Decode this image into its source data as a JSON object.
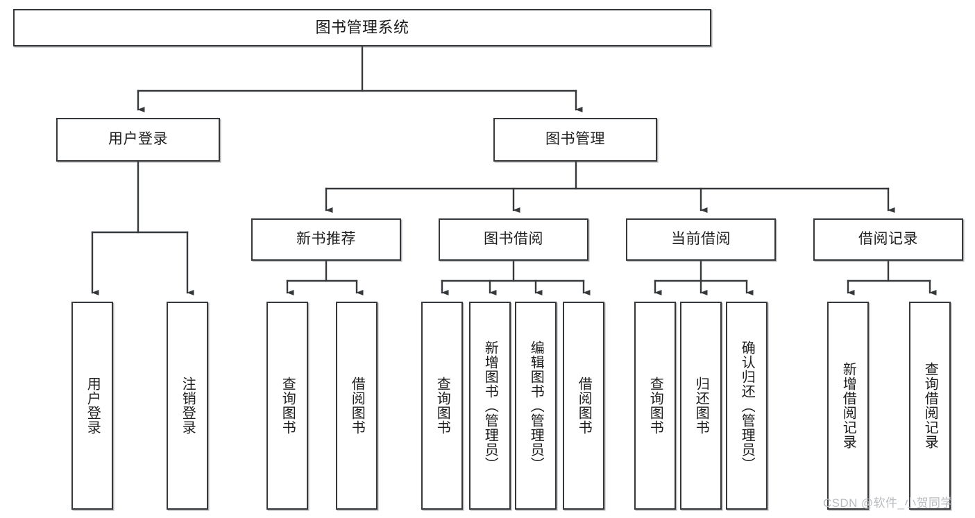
{
  "diagram": {
    "title": "图书管理系统",
    "type": "tree-hierarchy",
    "colors": {
      "box_border": "#36393b",
      "box_fill": "#ffffff",
      "connector": "#36393b",
      "text": "#1d1d1d",
      "watermark": "#b9bcc0",
      "background": "#ffffff"
    },
    "nodes": {
      "root": {
        "label": "图书管理系统"
      },
      "level1": [
        {
          "label": "用户登录"
        },
        {
          "label": "图书管理"
        }
      ],
      "level2": [
        {
          "label": "新书推荐"
        },
        {
          "label": "图书借阅"
        },
        {
          "label": "当前借阅"
        },
        {
          "label": "借阅记录"
        }
      ],
      "leaves": {
        "user_login": [
          {
            "label": "用户登录"
          },
          {
            "label": "注销登录"
          }
        ],
        "new_book_recommend": [
          {
            "label": "查询图书"
          },
          {
            "label": "借阅图书"
          }
        ],
        "book_borrow": [
          {
            "label": "查询图书"
          },
          {
            "label": "新增图书（管理员）"
          },
          {
            "label": "编辑图书（管理员）"
          },
          {
            "label": "借阅图书"
          }
        ],
        "current_borrow": [
          {
            "label": "查询图书"
          },
          {
            "label": "归还图书"
          },
          {
            "label": "确认归还（管理员）"
          }
        ],
        "borrow_record": [
          {
            "label": "新增借阅记录"
          },
          {
            "label": "查询借阅记录"
          }
        ]
      }
    },
    "watermark": "CSDN @软件_小贺同学"
  }
}
